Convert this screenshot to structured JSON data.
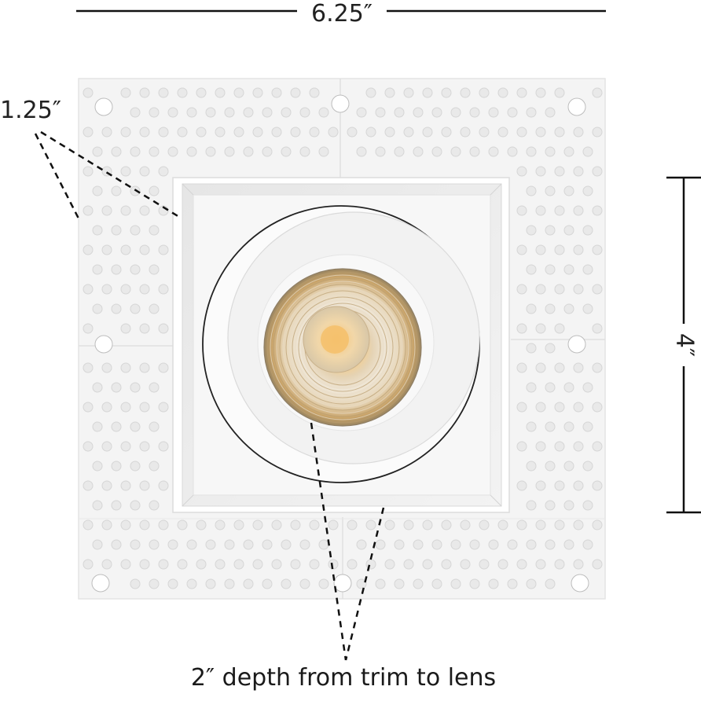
{
  "dimensions": {
    "width_label": "6.25″",
    "height_label": "4″",
    "flange_label": "1.25″"
  },
  "caption": {
    "depth_text": "2″ depth from trim to lens"
  },
  "colors": {
    "flange": "#f4f4f4",
    "flange_shadow": "#e2e2e2",
    "hole_fill": "#e9e9e9",
    "hole_edge": "#d6d6d6",
    "inner_box": "#ececec",
    "ring_fill": "#f6f6f6",
    "ring_edge": "#2b2b2b",
    "lens_amber": "#d9b071",
    "lens_core": "#f3c98a",
    "dim_line": "#111111"
  }
}
